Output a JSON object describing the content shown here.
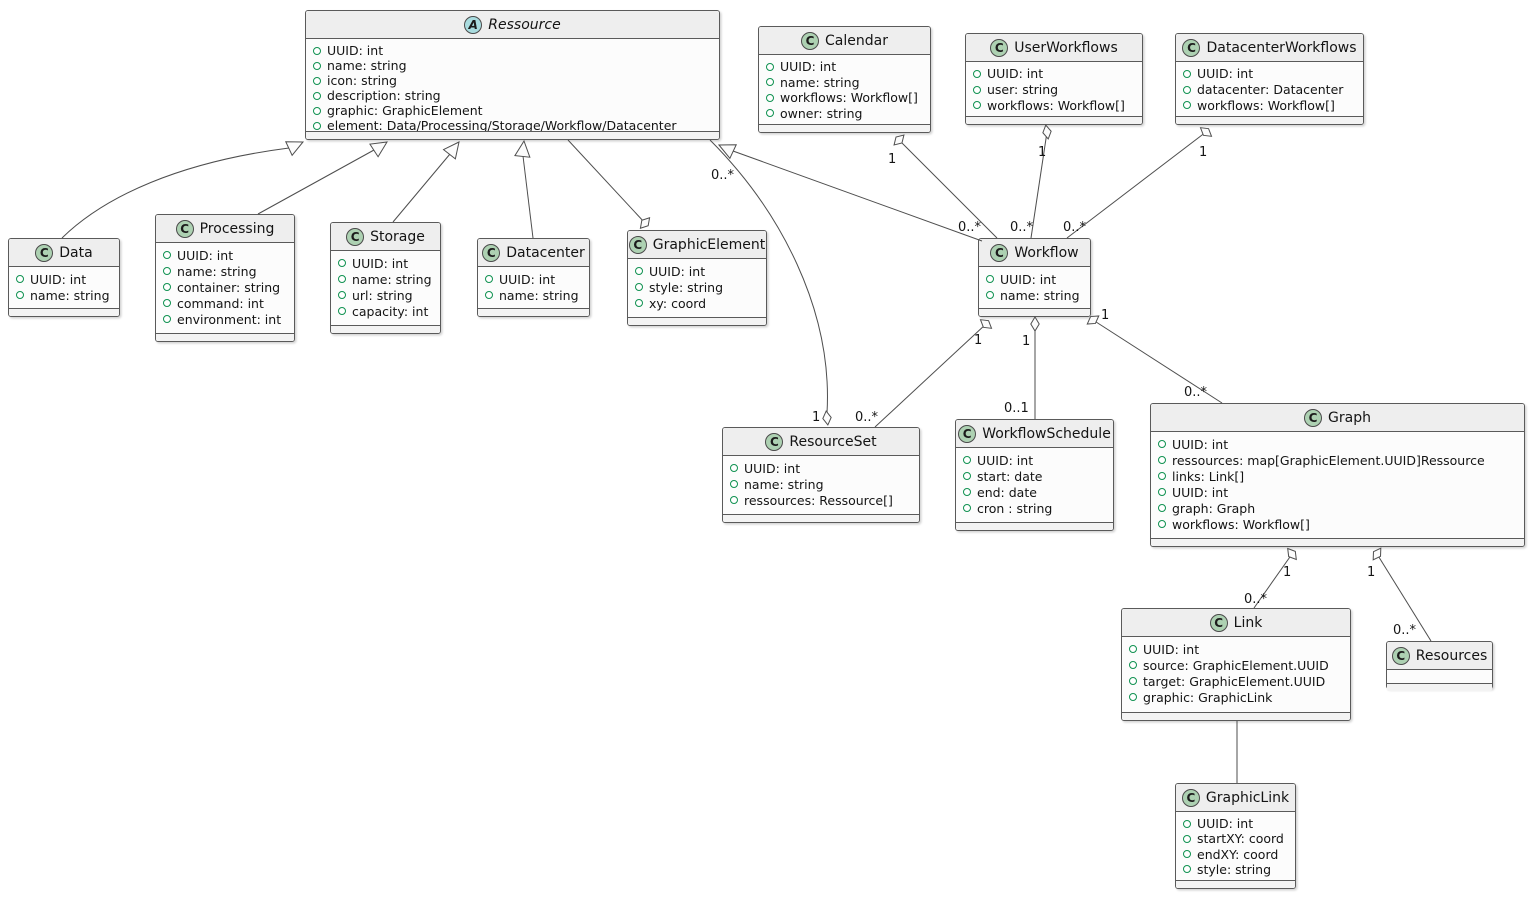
{
  "diagram_type": "uml-class-diagram",
  "palette": {
    "class_icon_bg": "#ADD1B2",
    "abstract_icon_bg": "#A9DCDF",
    "visibility_icon_green": "#0f9150",
    "box_body_bg": "#fcfcfc",
    "box_header_bg": "#eeeeee",
    "box_border": "#5a5a5a",
    "edge_color": "#4e4e4e"
  },
  "classes": {
    "ressource": {
      "stereo": "A",
      "name": "Ressource",
      "attrs": [
        "UUID: int",
        "name: string",
        "icon: string",
        "description: string",
        "graphic: GraphicElement",
        "element: Data/Processing/Storage/Workflow/Datacenter"
      ]
    },
    "calendar": {
      "stereo": "C",
      "name": "Calendar",
      "attrs": [
        "UUID: int",
        "name: string",
        "workflows: Workflow[]",
        "owner: string"
      ]
    },
    "userworkflows": {
      "stereo": "C",
      "name": "UserWorkflows",
      "attrs": [
        "UUID: int",
        "user: string",
        "workflows: Workflow[]"
      ]
    },
    "datacenterworkflows": {
      "stereo": "C",
      "name": "DatacenterWorkflows",
      "attrs": [
        "UUID: int",
        "datacenter: Datacenter",
        "workflows: Workflow[]"
      ]
    },
    "data": {
      "stereo": "C",
      "name": "Data",
      "attrs": [
        "UUID: int",
        "name: string"
      ]
    },
    "processing": {
      "stereo": "C",
      "name": "Processing",
      "attrs": [
        "UUID: int",
        "name: string",
        "container: string",
        "command: int",
        "environment: int"
      ]
    },
    "storage": {
      "stereo": "C",
      "name": "Storage",
      "attrs": [
        "UUID: int",
        "name: string",
        "url: string",
        "capacity: int"
      ]
    },
    "datacenter": {
      "stereo": "C",
      "name": "Datacenter",
      "attrs": [
        "UUID: int",
        "name: string"
      ]
    },
    "graphicelement": {
      "stereo": "C",
      "name": "GraphicElement",
      "attrs": [
        "UUID: int",
        "style: string",
        "xy: coord"
      ]
    },
    "workflow": {
      "stereo": "C",
      "name": "Workflow",
      "attrs": [
        "UUID: int",
        "name: string"
      ]
    },
    "resourceset": {
      "stereo": "C",
      "name": "ResourceSet",
      "attrs": [
        "UUID: int",
        "name: string",
        "ressources: Ressource[]"
      ]
    },
    "workflowschedule": {
      "stereo": "C",
      "name": "WorkflowSchedule",
      "attrs": [
        "UUID: int",
        "start: date",
        "end: date",
        "cron : string"
      ]
    },
    "graph": {
      "stereo": "C",
      "name": "Graph",
      "attrs": [
        "UUID: int",
        "ressources: map[GraphicElement.UUID]Ressource",
        "links: Link[]",
        "UUID: int",
        "graph: Graph",
        "workflows: Workflow[]"
      ]
    },
    "link": {
      "stereo": "C",
      "name": "Link",
      "attrs": [
        "UUID: int",
        "source: GraphicElement.UUID",
        "target: GraphicElement.UUID",
        "graphic: GraphicLink"
      ]
    },
    "resources": {
      "stereo": "C",
      "name": "Resources",
      "attrs": []
    },
    "graphiclink": {
      "stereo": "C",
      "name": "GraphicLink",
      "attrs": [
        "UUID: int",
        "startXY: coord",
        "endXY: coord",
        "style: string"
      ]
    }
  },
  "relations": {
    "data_ressource": {
      "from": "Data",
      "to": "Ressource",
      "type": "generalization"
    },
    "processing_ressource": {
      "from": "Processing",
      "to": "Ressource",
      "type": "generalization"
    },
    "storage_ressource": {
      "from": "Storage",
      "to": "Ressource",
      "type": "generalization"
    },
    "datacenter_ressource": {
      "from": "Datacenter",
      "to": "Ressource",
      "type": "generalization"
    },
    "workflow_ressource": {
      "from": "Workflow",
      "to": "Ressource",
      "type": "generalization"
    },
    "ressource_graphicelement": {
      "from": "Ressource",
      "to": "GraphicElement",
      "type": "aggregation"
    },
    "calendar_workflow": {
      "from": "Calendar",
      "to": "Workflow",
      "type": "aggregation",
      "src": "1",
      "dst": "0..*"
    },
    "userworkflows_workflow": {
      "from": "UserWorkflows",
      "to": "Workflow",
      "type": "aggregation",
      "src": "1",
      "dst": "0..*"
    },
    "datacenterworkflows_workflow": {
      "from": "DatacenterWorkflows",
      "to": "Workflow",
      "type": "aggregation",
      "src": "1",
      "dst": "0..*"
    },
    "ressource_resourceset": {
      "from": "Ressource",
      "to": "ResourceSet",
      "type": "aggregation",
      "src": "0..*",
      "dst": "1"
    },
    "workflow_resourceset": {
      "from": "Workflow",
      "to": "ResourceSet",
      "type": "aggregation",
      "src": "1",
      "dst": "0..*"
    },
    "workflow_workflowschedule": {
      "from": "Workflow",
      "to": "WorkflowSchedule",
      "type": "aggregation",
      "src": "1",
      "dst": "0..1"
    },
    "workflow_graph": {
      "from": "Workflow",
      "to": "Graph",
      "type": "aggregation",
      "src": "1",
      "dst": "0..*"
    },
    "graph_link": {
      "from": "Graph",
      "to": "Link",
      "type": "aggregation",
      "src": "1",
      "dst": "0..*"
    },
    "graph_resources": {
      "from": "Graph",
      "to": "Resources",
      "type": "aggregation",
      "src": "1",
      "dst": "0..*"
    },
    "link_graphiclink": {
      "from": "Link",
      "to": "GraphicLink",
      "type": "association"
    }
  }
}
